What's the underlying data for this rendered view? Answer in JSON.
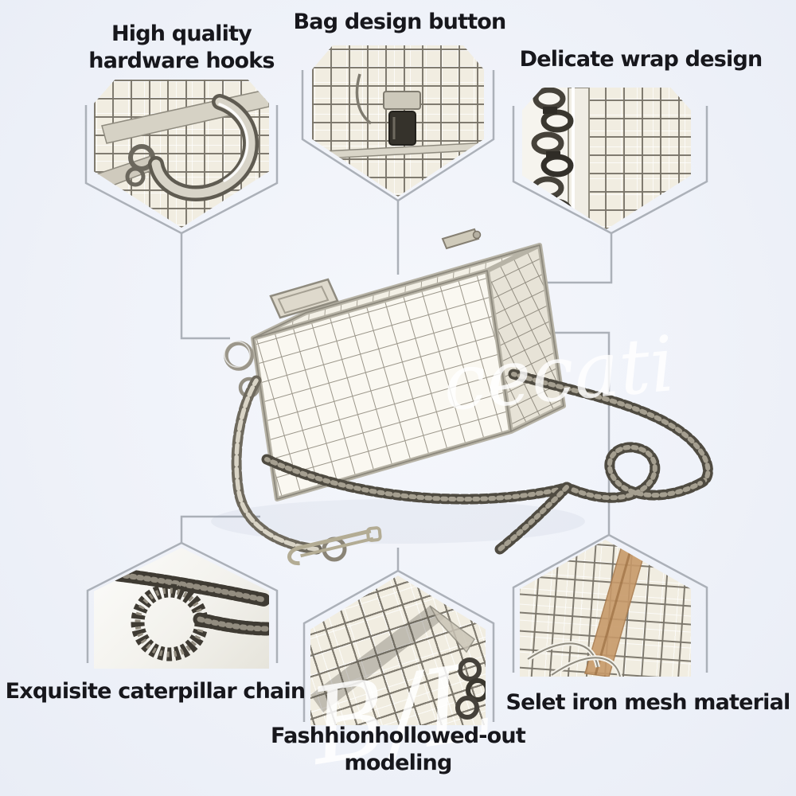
{
  "colors": {
    "background": "#eff2f9",
    "outline_gray": "#a8adb5",
    "label_text": "#17171c",
    "metal_light": "#e9e6dc",
    "metal_mid": "#b9b5a9",
    "metal_dark": "#5f5b51",
    "chain_dark": "#4f4b41",
    "wood_tan": "#c79a6a"
  },
  "callouts": [
    {
      "id": "hardware-hooks",
      "position": "top-left",
      "line1": "High quality",
      "line2": "hardware hooks"
    },
    {
      "id": "design-button",
      "position": "top-center",
      "line1": "Bag design button",
      "line2": ""
    },
    {
      "id": "wrap-design",
      "position": "top-right",
      "line1": "Delicate wrap design",
      "line2": ""
    },
    {
      "id": "caterpillar-chain",
      "position": "bottom-left",
      "line1": "Exquisite caterpillar chain",
      "line2": ""
    },
    {
      "id": "hollowed-modeling",
      "position": "bottom-center",
      "line1": "Fashhionhollowed-out",
      "line2": "modeling"
    },
    {
      "id": "iron-mesh",
      "position": "bottom-right",
      "line1": "Selet iron mesh material",
      "line2": ""
    }
  ],
  "watermarks": {
    "center": "cecati",
    "bottom": "B/L"
  }
}
